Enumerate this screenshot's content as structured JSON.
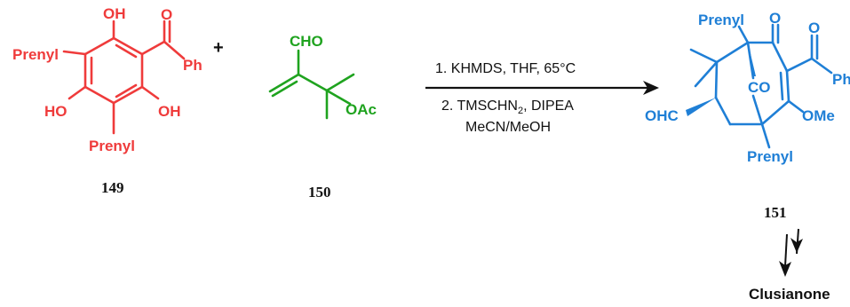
{
  "colors": {
    "compound_149": "#ef3b3b",
    "compound_150": "#1fa31f",
    "compound_151": "#1f7fd6",
    "arrow": "#111111",
    "text": "#111111"
  },
  "reactants": {
    "c149": {
      "number": "149",
      "labels": {
        "oh_top": "OH",
        "prenyl_left": "Prenyl",
        "ho_left": "HO",
        "oh_right": "OH",
        "prenyl_bottom": "Prenyl",
        "carbonyl_o": "O",
        "ph": "Ph"
      }
    },
    "plus": "+",
    "c150": {
      "number": "150",
      "labels": {
        "cho": "CHO",
        "oac": "OAc"
      }
    }
  },
  "conditions": {
    "step1": "1. KHMDS, THF, 65°C",
    "step2_a": "2. TMSCHN",
    "step2_sub": "2",
    "step2_b": ", DIPEA",
    "step3": "MeCN/MeOH"
  },
  "product": {
    "c151": {
      "number": "151",
      "labels": {
        "prenyl_top": "Prenyl",
        "ketone_o": "O",
        "benzoyl_o": "O",
        "ph": "Ph",
        "co_bridge": "CO",
        "ome": "OMe",
        "ohc": "OHC",
        "prenyl_bottom": "Prenyl"
      }
    }
  },
  "final_product": "Clusianone"
}
